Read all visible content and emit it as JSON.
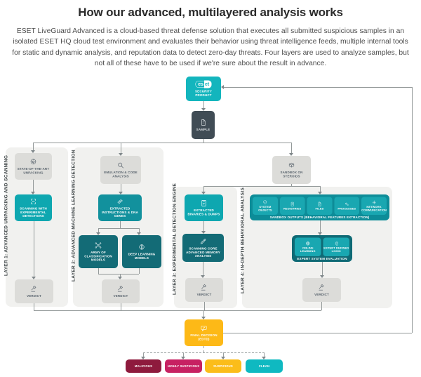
{
  "page": {
    "title": "How our advanced, multilayered analysis works",
    "intro": "ESET LiveGuard Advanced is a cloud-based threat defense solution that executes all submitted suspicious samples in an isolated ESET HQ cloud test environment and evaluates their behavior using threat intelligence feeds, multiple internal tools for static and dynamic analysis, and reputation data to detect zero-day threats. Four layers are used to analyze samples, but not all of these have to be used if we're sure about the result in advance."
  },
  "colors": {
    "teal": "#13b5bd",
    "tealBright": "#0ea7b0",
    "tealMid": "#12919d",
    "tealDark": "#136b76",
    "containerTeal": "#0d8c98",
    "containerTealDark": "#0f6a75",
    "itemTeal": "#19a7b1",
    "grayBox": "#dcdcd9",
    "grayText": "#56616b",
    "panel": "#f1f1ef",
    "dark": "#404c55",
    "yellow": "#fdb917",
    "line": "#939999"
  },
  "diagram": {
    "product": {
      "logo_left": "es",
      "logo_right": "et"
    },
    "layers": [
      {
        "id": "layer-1",
        "label": "LAYER 1: ADVANCED UNPACKING AND SCANNING"
      },
      {
        "id": "layer-2",
        "label": "LAYER 2: ADVANCED MACHINE LEARNING DETECTION"
      },
      {
        "id": "layer-3",
        "label": "LAYER 3: EXPERIMENTAL DETECTION ENGINE"
      },
      {
        "id": "layer-4",
        "label": "LAYER 4: IN-DEPTH BEHAVIORAL ANALYSIS"
      }
    ],
    "nodes": [
      {
        "id": "security-product",
        "variant": "teal",
        "icon": "eset-logo",
        "label": "SECURITY PRODUCT"
      },
      {
        "id": "sample",
        "variant": "dark",
        "icon": "file",
        "label": "SAMPLE"
      },
      {
        "id": "state-of-the-art-unpacking",
        "variant": "grayBox",
        "icon": "package",
        "label": "STATE-OF-THE-ART UNPACKING"
      },
      {
        "id": "scanning-experimental",
        "variant": "tealBright",
        "icon": "scan-brackets",
        "label": "SCANNING WITH EXPERIMENTAL DETECTIONS"
      },
      {
        "id": "verdict-layer-1",
        "variant": "grayBox",
        "icon": "gavel",
        "label": "VERDICT"
      },
      {
        "id": "emulation-code-analysis",
        "variant": "grayBox",
        "icon": "magnifier",
        "label": "EMULATION & CODE ANALYSIS"
      },
      {
        "id": "extracted-instructions",
        "variant": "tealMid",
        "icon": "binary",
        "label": "EXTRACTED INSTRUCTIONS & DNA GENES"
      },
      {
        "id": "army-classification-models",
        "variant": "tealDark",
        "icon": "network-nodes",
        "label": "ARMY OF CLASSIFICATION MODELS"
      },
      {
        "id": "deep-learning-models",
        "variant": "tealDark",
        "icon": "brain",
        "label": "DEEP LEARNING MODELS"
      },
      {
        "id": "verdict-layer-2",
        "variant": "grayBox",
        "icon": "gavel",
        "label": "VERDICT"
      },
      {
        "id": "extracted-binaries-dumps",
        "variant": "tealBright",
        "icon": "document-code",
        "label": "EXTRACTED BINARIES & DUMPS"
      },
      {
        "id": "scanning-core-memory",
        "variant": "tealDark",
        "icon": "pen",
        "label": "SCANNING CORE ADVANCED MEMORY ANALYSIS"
      },
      {
        "id": "verdict-layer-3",
        "variant": "grayBox",
        "icon": "gavel",
        "label": "VERDICT"
      },
      {
        "id": "sandbox-on-steroids",
        "variant": "grayBox",
        "icon": "sandbox-cube",
        "label": "SANDBOX ON STEROIDS"
      },
      {
        "id": "verdict-layer-4",
        "variant": "grayBox",
        "icon": "gavel",
        "label": "VERDICT"
      },
      {
        "id": "final-decision",
        "variant": "yellow",
        "icon": "chat-check",
        "label": "FINAL DECISION (EDTD)"
      }
    ],
    "sandbox_outputs": {
      "label": "SANDBOX OUTPUTS (BEHAVIORAL FEATURES EXTRACTION)",
      "items": [
        {
          "icon": "shield",
          "label": "SYSTEM OBJECTS"
        },
        {
          "icon": "registry",
          "label": "REGISTRIES"
        },
        {
          "icon": "file",
          "label": "FILES"
        },
        {
          "icon": "gears",
          "label": "PROCESSES"
        },
        {
          "icon": "network",
          "label": "NETWORK COMMUNICATION"
        }
      ]
    },
    "expert_system": {
      "label": "EXPERT SYSTEM EVALUATION",
      "items": [
        {
          "icon": "globe",
          "label": "ONLINE LEARNING"
        },
        {
          "icon": "head-logic",
          "label": "EXPERT DEFINED LOGIC"
        }
      ]
    },
    "outcomes": [
      {
        "id": "malicious",
        "label": "MALICIOUS",
        "color": "#8e1a3d"
      },
      {
        "id": "highly-suspicious",
        "label": "HIGHLY SUSPICIOUS",
        "color": "#c72162"
      },
      {
        "id": "suspicious",
        "label": "SUSPICIOUS",
        "color": "#fbbd1a"
      },
      {
        "id": "clean",
        "label": "CLEAN",
        "color": "#0fb9c1"
      }
    ]
  }
}
